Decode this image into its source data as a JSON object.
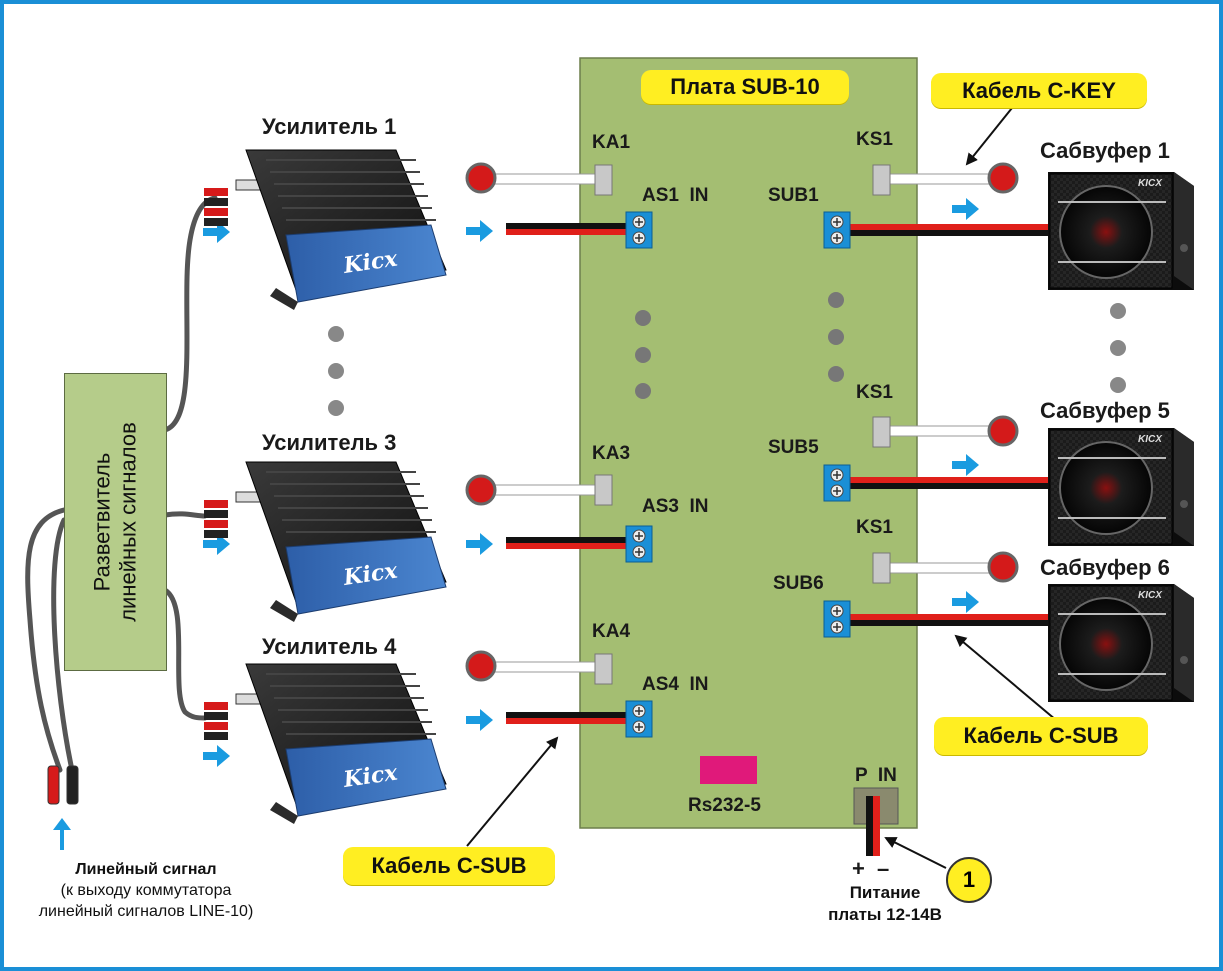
{
  "board": {
    "title": "Плата SUB-10"
  },
  "cable_ckey": "Кабель C-KEY",
  "cable_csub_right": "Кабель C-SUB",
  "cable_csub_bottom": "Кабель C-SUB",
  "amplifiers": [
    {
      "label": "Усилитель 1",
      "brand": "Kicx"
    },
    {
      "label": "Усилитель 3",
      "brand": "Kicx"
    },
    {
      "label": "Усилитель 4",
      "brand": "Kicx"
    }
  ],
  "subwoofers": [
    {
      "label": "Сабвуфер 1",
      "brand": "KICX"
    },
    {
      "label": "Сабвуфер 5",
      "brand": "KICX"
    },
    {
      "label": "Сабвуфер 6",
      "brand": "KICX"
    }
  ],
  "left_pins": [
    {
      "key": "KA1",
      "in": "AS1  IN"
    },
    {
      "key": "KA3",
      "in": "AS3  IN"
    },
    {
      "key": "KA4",
      "in": "AS4  IN"
    }
  ],
  "right_pins": [
    {
      "key": "KS1",
      "sub": "SUB1"
    },
    {
      "key": "KS1",
      "sub": "SUB5"
    },
    {
      "key": "KS1",
      "sub": "SUB6"
    }
  ],
  "rs232": "Rs232-5",
  "power": {
    "label": "P  IN",
    "plus": "+",
    "minus": "–",
    "caption_line1": "Питание",
    "caption_line2": "платы 12-14В",
    "badge": "1"
  },
  "splitter": {
    "line1": "Разветвитель",
    "line2": "линейных сигналов"
  },
  "line_signal": {
    "line1": "Линейный сигнал",
    "line2": "(к выходу коммутатора",
    "line3": "линейный сигналов LINE-10)"
  },
  "colors": {
    "board": "#a4be72",
    "pill": "#ffee22",
    "terminal": "#1a8fd6",
    "arrow": "#1a9be0",
    "wire_red": "#e0201a",
    "amp_blue": "#3a6fb8"
  }
}
